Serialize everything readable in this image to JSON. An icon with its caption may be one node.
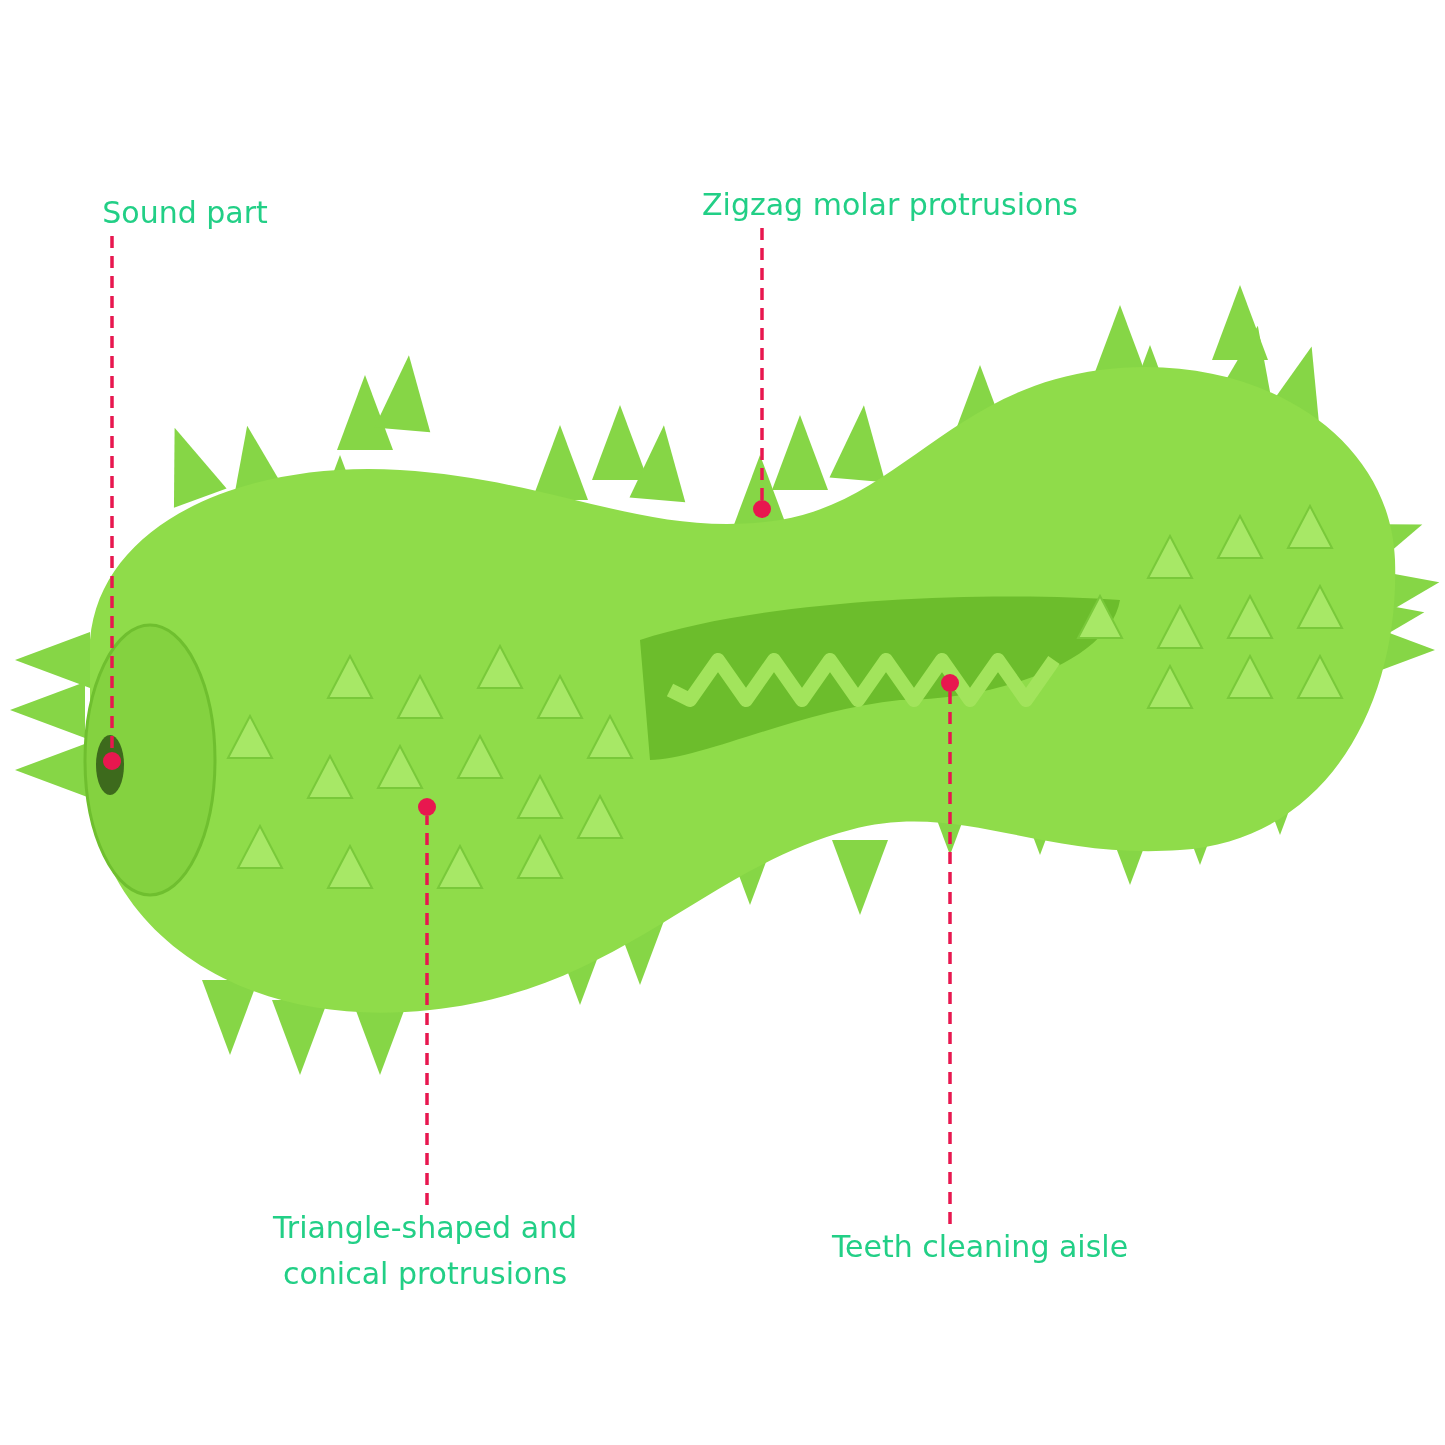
{
  "diagram": {
    "nodes": [
      {
        "text": [
          "Sound part"
        ]
      },
      {
        "text": [
          "Zigzag molar protrusions"
        ]
      },
      {
        "text": [
          "Triangle-shaped and conical protrusions"
        ]
      },
      {
        "text": [
          "Teeth cleaning aisle"
        ]
      },
      {
        "text": [],
        "shape": "circle"
      },
      {
        "text": [],
        "shape": "circle"
      },
      {
        "text": [],
        "shape": "circle"
      },
      {
        "text": [],
        "shape": "circle"
      }
    ],
    "edges": [
      {
        "from": 0,
        "to": 4,
        "arrow": "none",
        "style": "dashed"
      },
      {
        "from": 1,
        "to": 5,
        "arrow": "none",
        "style": "dashed"
      },
      {
        "from": 2,
        "to": 6,
        "arrow": "none",
        "style": "dashed"
      },
      {
        "from": 3,
        "to": 7,
        "arrow": "none",
        "style": "dashed"
      }
    ]
  }
}
